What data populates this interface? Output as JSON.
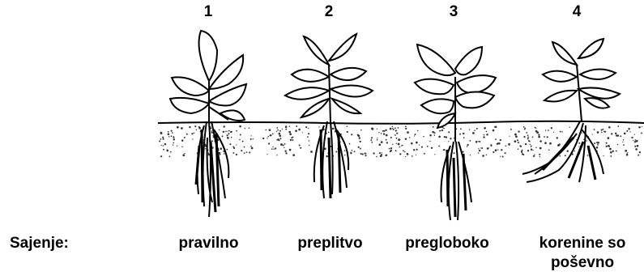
{
  "numbers": [
    "1",
    "2",
    "3",
    "4"
  ],
  "row_label": "Sajenje:",
  "labels": [
    "pravilno",
    "preplitvo",
    "pregloboko",
    "korenine so\npoševno"
  ],
  "colors": {
    "ink": "#000000",
    "soil_dots": "#333333",
    "background": "#ffffff"
  },
  "icons": [
    "plant-normal-icon",
    "plant-shallow-icon",
    "plant-deep-icon",
    "plant-slanted-roots-icon"
  ]
}
